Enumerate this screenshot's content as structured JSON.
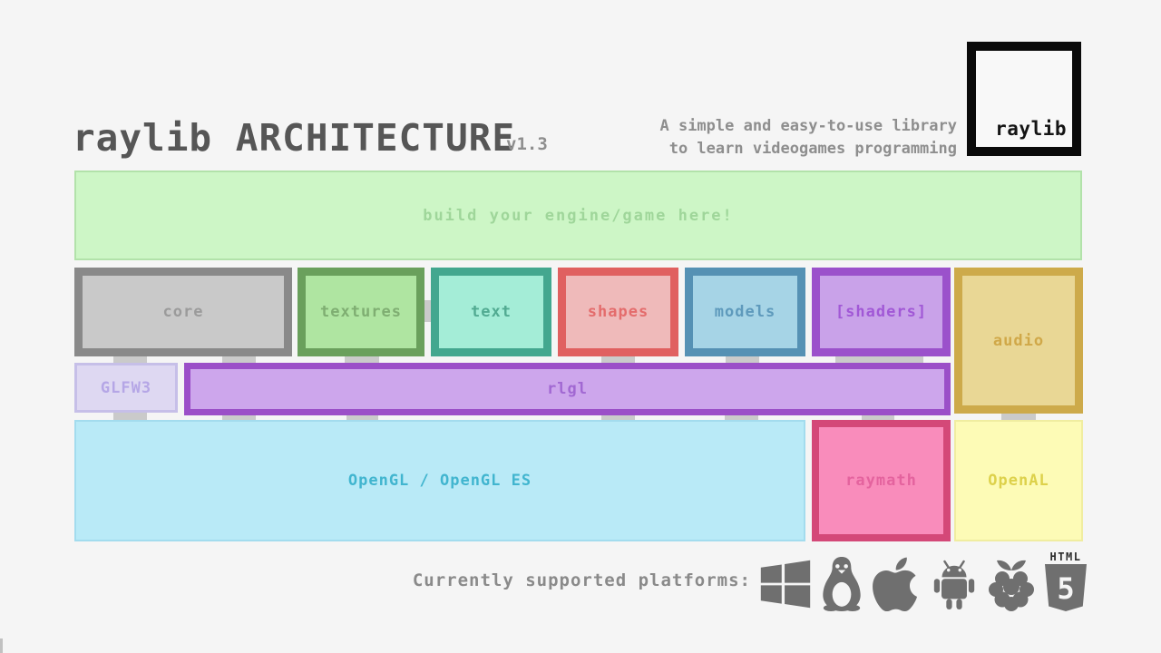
{
  "colors": {
    "background": "#f5f5f5",
    "connector": "#cacaca",
    "sliver": "#c1c1c1",
    "icon_gray": "#6f6f6f",
    "icon_dark": "#2b2b2b",
    "title": "#565656",
    "muted": "#8e8e8e",
    "platforms_text": "#8a8a8a"
  },
  "header": {
    "title": "raylib ARCHITECTURE",
    "version": "v1.3",
    "tagline_line1": "A simple and easy-to-use library",
    "tagline_line2": "to learn videogames programming",
    "logo": {
      "text": "raylib",
      "border_color": "#0a0a0a",
      "fill": "#f8f8f8",
      "text_color": "#141414"
    }
  },
  "engine_box": {
    "label": "build your engine/game here!",
    "fill": "#cdf6c6",
    "border": "#b2e2aa",
    "text_color": "#9fd69a"
  },
  "modules": {
    "core": {
      "label": "core",
      "fill": "#c9c9c9",
      "border": "#898989",
      "text_color": "#9b9b9b"
    },
    "textures": {
      "label": "textures",
      "fill": "#afe5a1",
      "border": "#6aa05c",
      "text_color": "#7fae72"
    },
    "text": {
      "label": "text",
      "fill": "#a4edd7",
      "border": "#43a78f",
      "text_color": "#52ab92"
    },
    "shapes": {
      "label": "shapes",
      "fill": "#efbaba",
      "border": "#e06060",
      "text_color": "#e46c6c"
    },
    "models": {
      "label": "models",
      "fill": "#a6d4e6",
      "border": "#5591b4",
      "text_color": "#5e9abc"
    },
    "shaders": {
      "label": "[shaders]",
      "fill": "#c9a2e9",
      "border": "#9b51cb",
      "text_color": "#a158d6"
    },
    "audio": {
      "label": "audio",
      "fill": "#e9d795",
      "border": "#cdaa4a",
      "text_color": "#d0a848"
    }
  },
  "mid_row": {
    "glfw3": {
      "label": "GLFW3",
      "fill": "#ded8f2",
      "border": "#c6bfe8",
      "text_color": "#b5a6e6"
    },
    "rlgl": {
      "label": "rlgl",
      "fill": "#cda6ec",
      "border": "#9b4fc8",
      "text_color": "#a168d2"
    }
  },
  "bottom_row": {
    "opengl": {
      "label": "OpenGL / OpenGL ES",
      "fill": "#b9eaf7",
      "border": "#a3dcee",
      "text_color": "#41b5cf"
    },
    "raymath": {
      "label": "raymath",
      "fill": "#f98cbb",
      "border": "#d44878",
      "text_color": "#e4639e"
    },
    "openal": {
      "label": "OpenAL",
      "fill": "#fdfbb6",
      "border": "#f0eda0",
      "text_color": "#ddd14b"
    }
  },
  "platforms": {
    "label": "Currently supported platforms:",
    "icons": [
      "windows",
      "linux",
      "apple",
      "android",
      "raspberry-pi",
      "html5"
    ],
    "html5_word": "HTML",
    "html5_number": "5"
  }
}
